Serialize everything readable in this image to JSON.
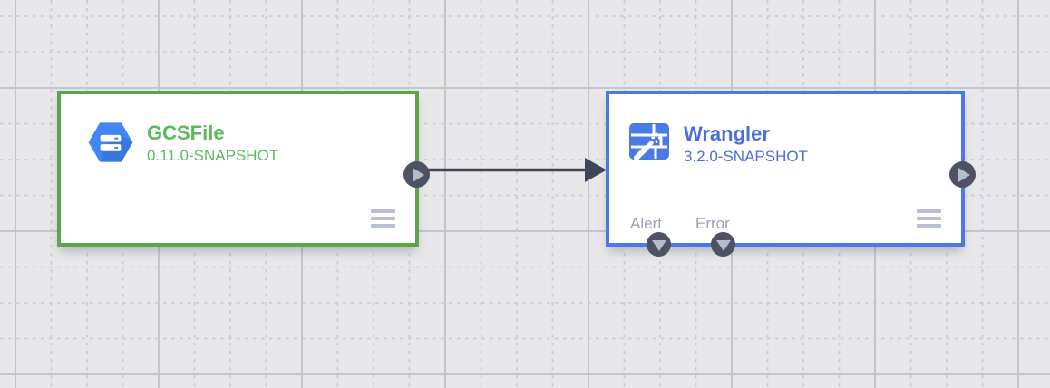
{
  "canvas": {
    "background": "#e8e8ea",
    "grid_minor_color": "#c9ccd6",
    "grid_major_color": "#c2c5d1"
  },
  "nodes": [
    {
      "title": "GCSFile",
      "version": "0.11.0-SNAPSHOT",
      "accent_color": "#5aa74a",
      "text_color": "#5cb95c",
      "icon": "gcs-bucket-icon"
    },
    {
      "title": "Wrangler",
      "version": "3.2.0-SNAPSHOT",
      "accent_color": "#4a7ae8",
      "text_color": "#4a6ee0",
      "icon": "wrangler-wand-icon",
      "ports": [
        {
          "label": "Alert"
        },
        {
          "label": "Error"
        }
      ]
    }
  ],
  "connections": [
    {
      "from": "GCSFile",
      "to": "Wrangler",
      "color": "#3f4457"
    }
  ],
  "port_colors": {
    "circle": "#4e5263",
    "glyph": "#b7bccc"
  }
}
